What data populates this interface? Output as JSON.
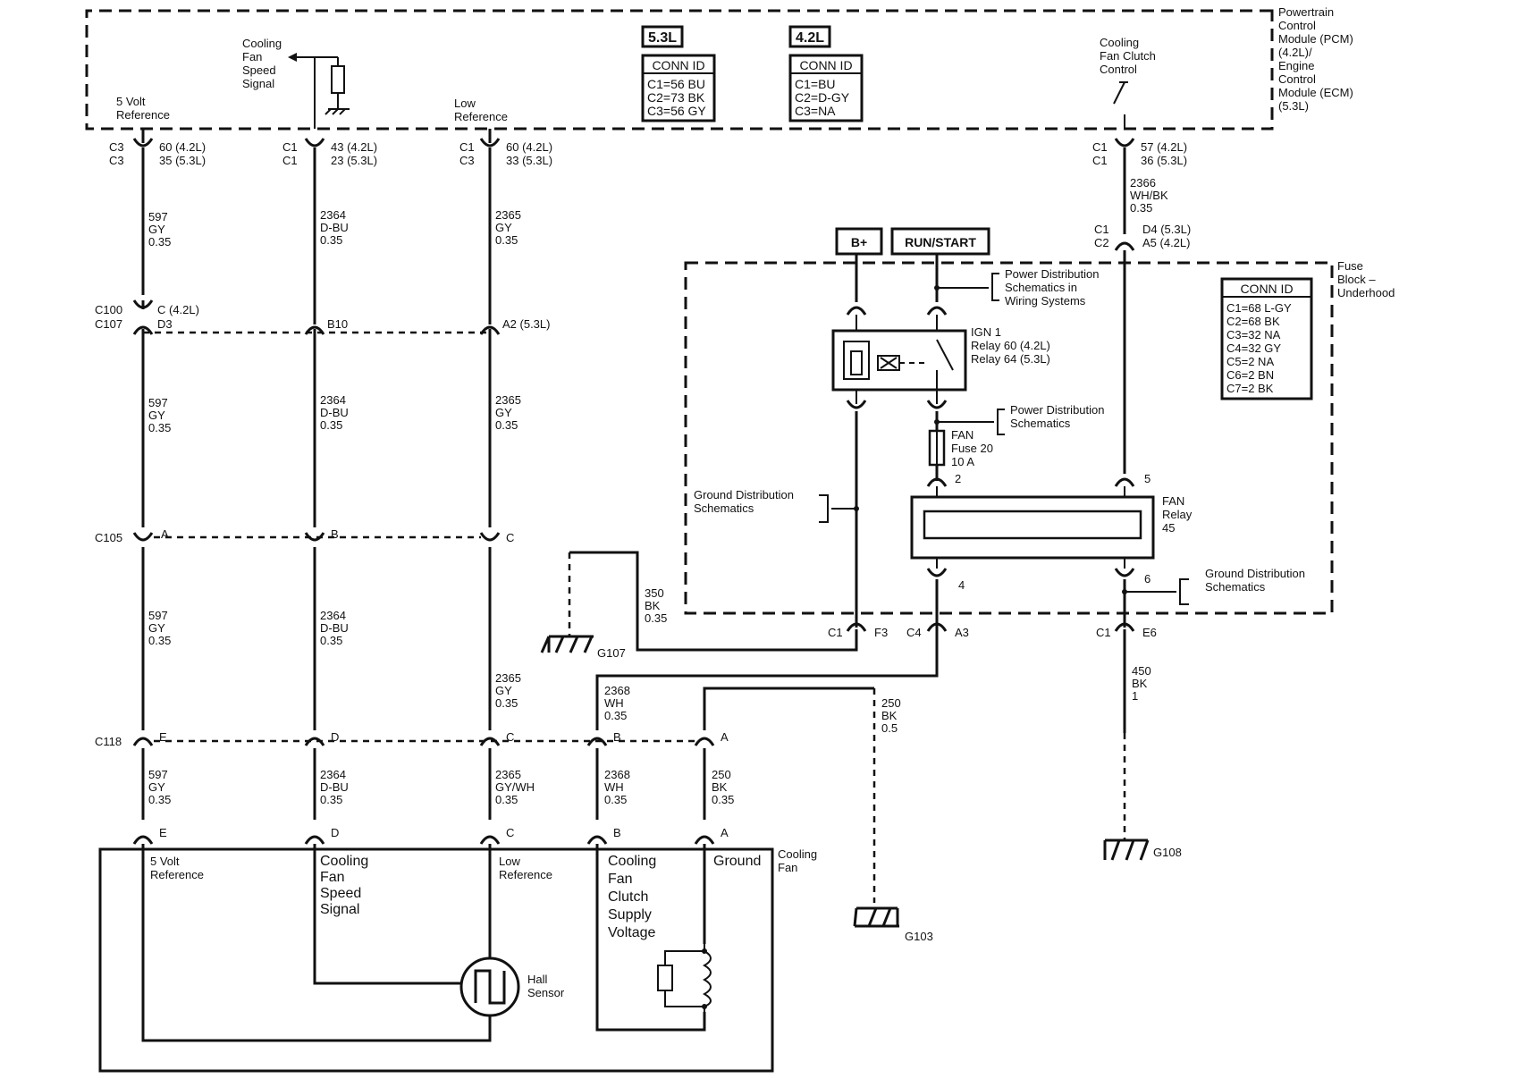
{
  "pcm": {
    "lines": [
      "Powertrain",
      "Control",
      "Module (PCM)",
      "(4.2L)/",
      "Engine",
      "Control",
      "Module (ECM)",
      "(5.3L)"
    ],
    "five_volt_ref": [
      "5 Volt",
      "Reference"
    ],
    "fan_speed_signal": [
      "Cooling",
      "Fan",
      "Speed",
      "Signal"
    ],
    "low_ref": [
      "Low",
      "Reference"
    ],
    "clutch_control": [
      "Cooling",
      "Fan Clutch",
      "Control"
    ],
    "engine_53": "5.3L",
    "engine_42": "4.2L",
    "conn_id_53": {
      "header": "CONN ID",
      "rows": [
        "C1=56 BU",
        "C2=73 BK",
        "C3=56 GY"
      ]
    },
    "conn_id_42": {
      "header": "CONN ID",
      "rows": [
        "C1=BU",
        "C2=D-GY",
        "C3=NA"
      ]
    }
  },
  "pins": {
    "p1": {
      "conn": [
        "C3",
        "C3"
      ],
      "num": [
        "60 (4.2L)",
        "35 (5.3L)"
      ]
    },
    "p2": {
      "conn": [
        "C1",
        "C1"
      ],
      "num": [
        "43 (4.2L)",
        "23 (5.3L)"
      ]
    },
    "p3": {
      "conn": [
        "C1",
        "C3"
      ],
      "num": [
        "60 (4.2L)",
        "33 (5.3L)"
      ]
    },
    "p4": {
      "conn": [
        "C1",
        "C1"
      ],
      "num": [
        "57 (4.2L)",
        "36 (5.3L)"
      ]
    }
  },
  "wires": {
    "w597": [
      "597",
      "GY",
      "0.35"
    ],
    "w2364": [
      "2364",
      "D-BU",
      "0.35"
    ],
    "w2365": [
      "2365",
      "GY",
      "0.35"
    ],
    "w2365b": [
      "2365",
      "GY/WH",
      "0.35"
    ],
    "w2366": [
      "2366",
      "WH/BK",
      "0.35"
    ],
    "w2368": [
      "2368",
      "WH",
      "0.35"
    ],
    "w250a": [
      "250",
      "BK",
      "0.5"
    ],
    "w250b": [
      "250",
      "BK",
      "0.35"
    ],
    "w350": [
      "350",
      "BK",
      "0.35"
    ],
    "w450": [
      "450",
      "BK",
      "1"
    ]
  },
  "connectors": {
    "c100": [
      "C100",
      "C107"
    ],
    "c100_1": [
      "C (4.2L)",
      "D3"
    ],
    "c100_2": "B10",
    "c100_3": "A2 (5.3L)",
    "c105": "C105",
    "c105_pins": [
      "A",
      "B",
      "C"
    ],
    "c118": "C118",
    "c118_pins": [
      "E",
      "D",
      "C",
      "B",
      "A"
    ],
    "fan_pins": [
      "E",
      "D",
      "C",
      "B",
      "A"
    ],
    "fb_top": [
      "C1",
      "C2"
    ],
    "fb_top_pins": [
      "D4 (5.3L)",
      "A5 (4.2L)"
    ],
    "f3": [
      "C1",
      "F3"
    ],
    "a3": [
      "C4",
      "A3"
    ],
    "e6": [
      "C1",
      "E6"
    ]
  },
  "power": {
    "bplus": "B+",
    "runstart": "RUN/START"
  },
  "fuse_block": {
    "title": [
      "Fuse",
      "Block –",
      "Underhood"
    ],
    "pwr_dist_wiring": [
      "Power Distribution",
      "Schematics in",
      "Wiring Systems"
    ],
    "ign_relay": [
      "IGN 1",
      "Relay 60 (4.2L)",
      "Relay 64 (5.3L)"
    ],
    "pwr_dist": [
      "Power Distribution",
      "Schematics"
    ],
    "fuse": [
      "FAN",
      "Fuse 20",
      "10 A"
    ],
    "fan_relay": [
      "FAN",
      "Relay",
      "45"
    ],
    "relay_pins": [
      "2",
      "5",
      "4",
      "6"
    ],
    "gnd_dist_left": [
      "Ground Distribution",
      "Schematics"
    ],
    "gnd_dist_right": [
      "Ground Distribution",
      "Schematics"
    ],
    "conn_id": {
      "header": "CONN ID",
      "rows": [
        "C1=68 L-GY",
        "C2=68 BK",
        "C3=32 NA",
        "C4=32 GY",
        "C5=2 NA",
        "C6=2 BN",
        "C7=2 BK"
      ]
    }
  },
  "grounds": {
    "g107": "G107",
    "g103": "G103",
    "g108": "G108"
  },
  "fan": {
    "title": [
      "Cooling",
      "Fan"
    ],
    "five_volt": [
      "5 Volt",
      "Reference"
    ],
    "speed": [
      "Cooling",
      "Fan",
      "Speed",
      "Signal"
    ],
    "low_ref": [
      "Low",
      "Reference"
    ],
    "clutch": [
      "Cooling",
      "Fan",
      "Clutch",
      "Supply",
      "Voltage"
    ],
    "ground": "Ground",
    "hall": [
      "Hall",
      "Sensor"
    ]
  }
}
